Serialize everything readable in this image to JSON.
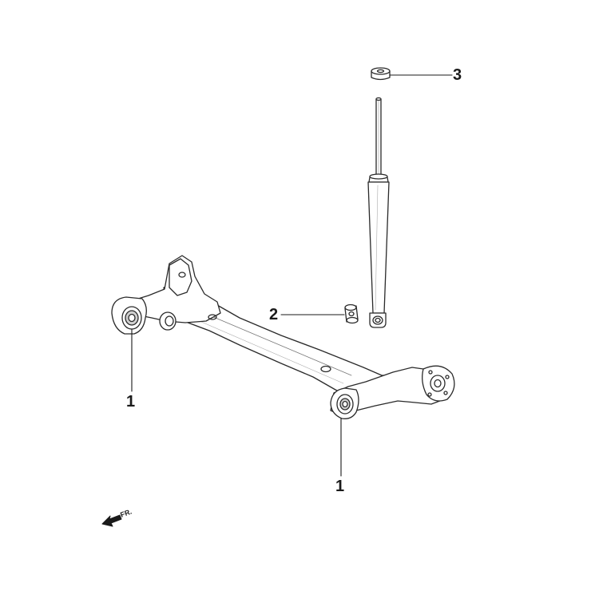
{
  "callouts": {
    "shock_mount_bushing": "3",
    "shock_lower_bushing": "2",
    "axle_bushing_left": "1",
    "axle_bushing_right": "1"
  },
  "orientation": {
    "label": "FR."
  }
}
